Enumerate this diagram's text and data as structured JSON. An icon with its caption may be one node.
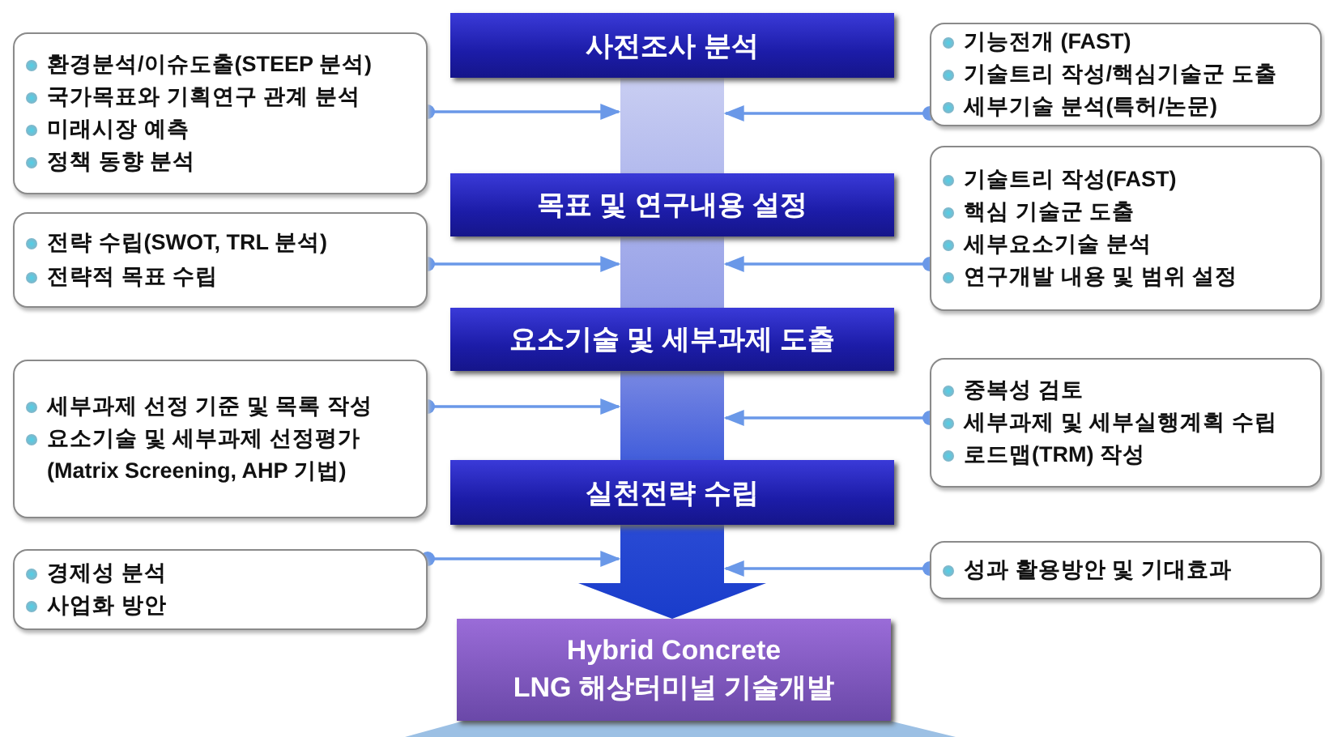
{
  "diagram": {
    "nodes": [
      {
        "text": [
          "사전조사 분석"
        ]
      },
      {
        "text": [
          "목표 및 연구내용 설정"
        ]
      },
      {
        "text": [
          "요소기술 및 세부과제 도출"
        ]
      },
      {
        "text": [
          "실천전략 수립"
        ]
      },
      {
        "text": [
          "Hybrid Concrete",
          "LNG 해상터미널 기술개발"
        ]
      },
      {
        "text": [
          "환경분석/이슈도출(STEEP 분석)",
          "국가목표와 기획연구 관계 분석",
          "미래시장 예측",
          "정책 동향 분석"
        ]
      },
      {
        "text": [
          "전략 수립(SWOT, TRL 분석)",
          "전략적 목표 수립"
        ]
      },
      {
        "text": [
          "세부과제 선정 기준 및 목록 작성",
          "요소기술 및 세부과제 선정평가 (Matrix Screening, AHP 기법)"
        ]
      },
      {
        "text": [
          "경제성 분석",
          "사업화 방안"
        ]
      },
      {
        "text": [
          "기능전개 (FAST)",
          "기술트리 작성/핵심기술군 도출",
          "세부기술 분석(특허/논문)"
        ]
      },
      {
        "text": [
          "기술트리 작성(FAST)",
          "핵심 기술군 도출",
          "세부요소기술 분석",
          "연구개발 내용 및 범위 설정"
        ]
      },
      {
        "text": [
          "중복성 검토",
          "세부과제 및 세부실행계획 수립",
          "로드맵(TRM) 작성"
        ]
      },
      {
        "text": [
          "성과 활용방안 및 기대효과"
        ]
      }
    ],
    "edges": [
      {
        "from": 0,
        "to": 1,
        "arrow": "none",
        "style": "thick"
      },
      {
        "from": 1,
        "to": 2,
        "arrow": "none",
        "style": "thick"
      },
      {
        "from": 2,
        "to": 3,
        "arrow": "none",
        "style": "thick"
      },
      {
        "from": 3,
        "to": 4,
        "arrow": "to",
        "style": "thick"
      },
      {
        "from": 5,
        "to": 0,
        "arrow": "to"
      },
      {
        "from": 6,
        "to": 1,
        "arrow": "to"
      },
      {
        "from": 7,
        "to": 2,
        "arrow": "to"
      },
      {
        "from": 8,
        "to": 3,
        "arrow": "to"
      },
      {
        "from": 9,
        "to": 0,
        "arrow": "to"
      },
      {
        "from": 10,
        "to": 1,
        "arrow": "to"
      },
      {
        "from": 11,
        "to": 3,
        "arrow": "to"
      },
      {
        "from": 12,
        "to": 3,
        "arrow": "to"
      }
    ]
  }
}
